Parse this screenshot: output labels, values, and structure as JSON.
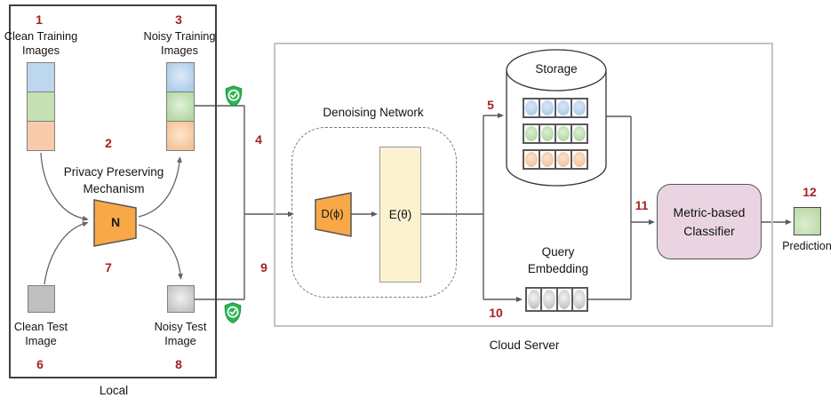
{
  "colors": {
    "marker_red": "#a62121",
    "node_orange": "#f9a848",
    "encoder_cream": "#fcf2d0",
    "classifier_pink": "#ebd4e1",
    "shield_green": "#2db553",
    "tile_blue": "#bdd7ee",
    "tile_green": "#c6e0b4",
    "tile_orange": "#f8cbad",
    "tile_gray": "#bfbfbf",
    "line_gray": "#595959"
  },
  "local": {
    "label": "Local",
    "clean_training": {
      "marker": "1",
      "line1": "Clean Training",
      "line2": "Images"
    },
    "noisy_training": {
      "marker": "3",
      "line1": "Noisy Training",
      "line2": "Images"
    },
    "mechanism": {
      "marker": "2",
      "line1": "Privacy Preserving",
      "line2": "Mechanism",
      "node": "N"
    },
    "transform_marker": "7",
    "clean_test": {
      "marker": "6",
      "line1": "Clean Test",
      "line2": "Image"
    },
    "noisy_test": {
      "marker": "8",
      "line1": "Noisy Test",
      "line2": "Image"
    }
  },
  "flow": {
    "m4": "4",
    "m5": "5",
    "m9": "9",
    "m10": "10",
    "m11": "11"
  },
  "cloud": {
    "label": "Cloud Server",
    "denoising_title": "Denoising Network",
    "decoder": "D(ϕ)",
    "encoder": "E(θ)",
    "storage_title": "Storage",
    "query_line1": "Query",
    "query_line2": "Embedding",
    "classifier_line1": "Metric-based",
    "classifier_line2": "Classifier"
  },
  "output": {
    "marker": "12",
    "label": "Prediction"
  }
}
